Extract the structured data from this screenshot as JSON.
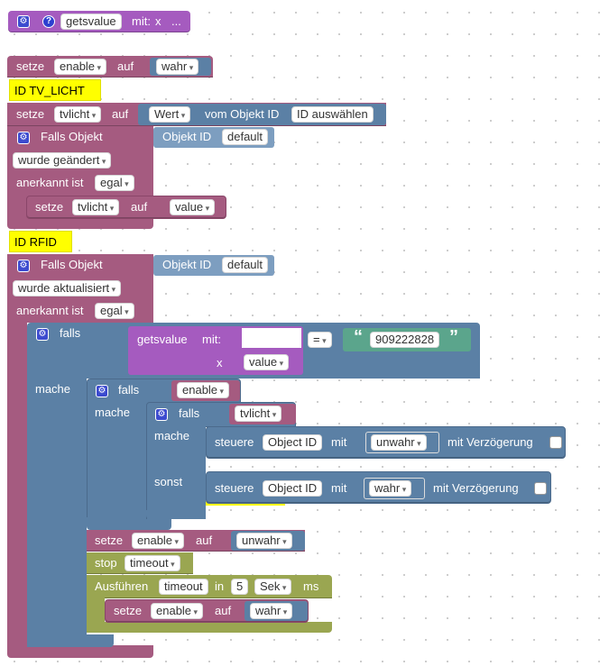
{
  "func": {
    "name": "getsvalue",
    "with": "mit:",
    "param": "x",
    "ellipsis": "..."
  },
  "set1": {
    "setze": "setze",
    "var": "enable",
    "auf": "auf",
    "val": "wahr"
  },
  "id_tv": "ID TV_LICHT",
  "set2": {
    "setze": "setze",
    "var": "tvlicht",
    "auf": "auf",
    "wert": "Wert",
    "vom": "vom Objekt ID",
    "sel": "ID auswählen"
  },
  "trig1": {
    "falls": "Falls Objekt",
    "oid": "Objekt ID",
    "oid_val": "default",
    "cond": "wurde geändert",
    "ack": "anerkannt ist",
    "ack_val": "egal",
    "inner": {
      "setze": "setze",
      "var": "tvlicht",
      "auf": "auf",
      "val": "value"
    }
  },
  "id_rfid": "ID RFID",
  "trig2": {
    "falls": "Falls Objekt",
    "oid": "Objekt ID",
    "oid_val": "default",
    "cond": "wurde aktualisiert",
    "ack": "anerkannt ist",
    "ack_val": "egal"
  },
  "if1": {
    "falls": "falls",
    "mache": "mache",
    "call": {
      "name": "getsvalue",
      "with": "mit:",
      "x": "x",
      "x_val": "value"
    },
    "op": "=",
    "quote_l": "“",
    "quote_r": "”",
    "str": "909222828"
  },
  "if2": {
    "falls": "falls",
    "cond": "enable",
    "mache": "mache"
  },
  "if3": {
    "falls": "falls",
    "cond": "tvlicht",
    "mache": "mache",
    "sonst": "sonst"
  },
  "ctrl1": {
    "steuere": "steuere",
    "oid": "Object ID",
    "mit": "mit",
    "val": "unwahr",
    "delay": "mit Verzögerung"
  },
  "ctrl2": {
    "steuere": "steuere",
    "oid": "Object ID",
    "mit": "mit",
    "val": "wahr",
    "delay": "mit Verzögerung"
  },
  "set3": {
    "setze": "setze",
    "var": "enable",
    "auf": "auf",
    "val": "unwahr"
  },
  "stop": {
    "stop": "stop",
    "val": "timeout"
  },
  "exec": {
    "label": "Ausführen",
    "name": "timeout",
    "in": "in",
    "num": "5",
    "unit": "Sek",
    "ms": "ms"
  },
  "set4": {
    "setze": "setze",
    "var": "enable",
    "auf": "auf",
    "val": "wahr"
  },
  "colors": {
    "variables": "#a55b80",
    "iobroker": "#5b80a5",
    "functions": "#a55bbf",
    "text": "#5ba58c",
    "timeouts": "#9aa651",
    "comment": "#ffff00"
  }
}
